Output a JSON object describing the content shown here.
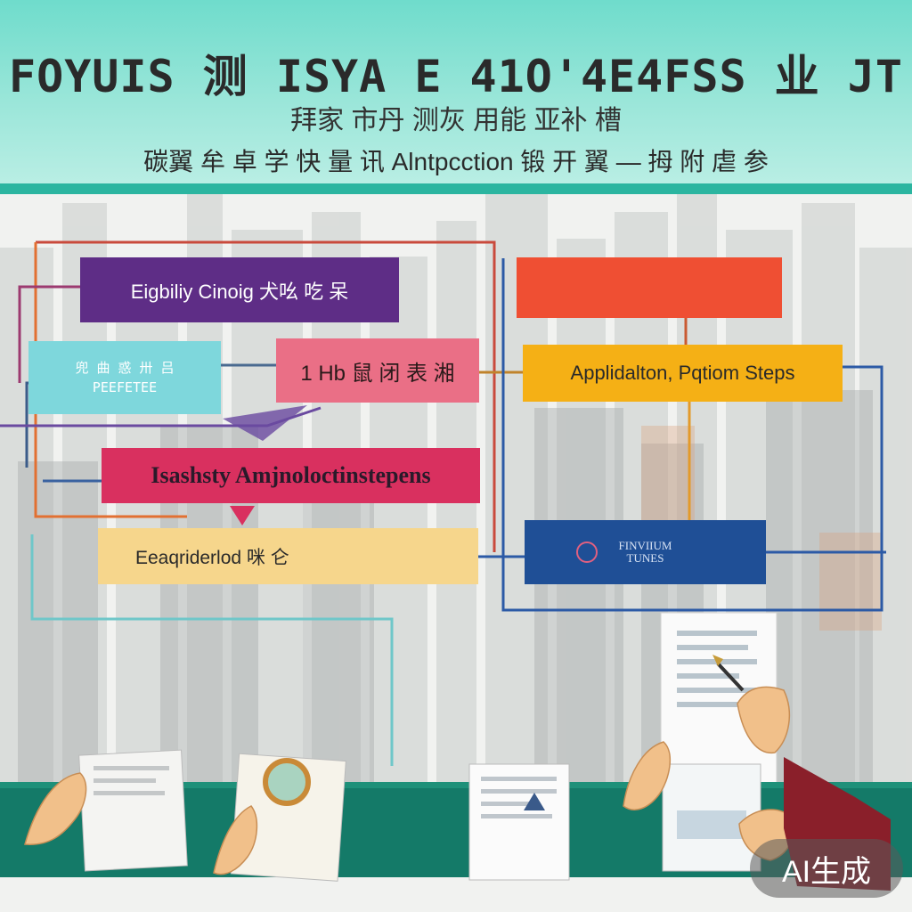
{
  "header": {
    "title": "FOYUIS 测 ISYA E 41O'4E4FSS 业 JT",
    "subtitle": "拜家 市丹 测灰 用能 亚补 槽",
    "subtitle2": "碳翼 牟 卓 学 快 量 讯 Alntpcction 锻 开 翼 — 拇 附 虐 参"
  },
  "boxes": {
    "purple": "Eigbiliy Cinoig 犬吆 吃 呆",
    "cyan_line1": "兜 曲 惑 卅 吕",
    "cyan_line2": "PEEFETEE",
    "pink": "1 Hb 鼠 闭 表 湘",
    "amber": "Applidalton, Pqtiom Steps",
    "magenta": "Isashsty Amjnoloctinstepens",
    "cream": "Eeaqriderlod 咪 仑",
    "navy_line1": "FINVIIUM",
    "navy_line2": "TUNES"
  },
  "badge": {
    "label": "AI生成"
  },
  "colors": {
    "header_bg": "#7edfd0",
    "header_rule": "#2bb5a0",
    "purple": "#5e2d86",
    "cyan": "#7ed7dc",
    "pink": "#ea6f86",
    "red": "#ef4f33",
    "amber": "#f5b015",
    "magenta": "#d9305f",
    "cream": "#f6d68c",
    "navy": "#1f4f96",
    "desk": "#147a68"
  }
}
